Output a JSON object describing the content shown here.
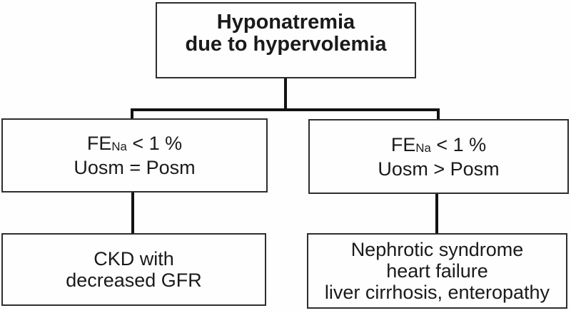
{
  "diagram": {
    "root": {
      "line1": "Hyponatremia",
      "line2": "due to hypervolemia"
    },
    "branch_left": {
      "fe_prefix": "FE",
      "fe_sub": "Na",
      "fe_suffix": " < 1 %",
      "osm_line": "Uosm = Posm"
    },
    "branch_right": {
      "fe_prefix": "FE",
      "fe_sub": "Na",
      "fe_suffix": " < 1 %",
      "osm_line": "Uosm > Posm"
    },
    "outcome_left": {
      "line1": "CKD with",
      "line2": "decreased GFR"
    },
    "outcome_right": {
      "line1": "Nephrotic syndrome",
      "line2": "heart failure",
      "line3": "liver cirrhosis, enteropathy"
    }
  },
  "colors": {
    "border": "#2e2e2e",
    "connector": "#121212",
    "text": "#1a1a1a",
    "background": "#fefefe"
  }
}
